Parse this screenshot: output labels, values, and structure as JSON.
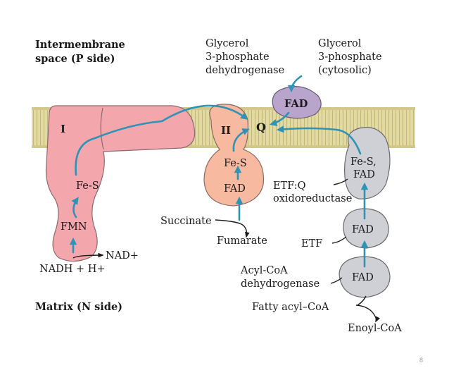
{
  "labels": {
    "intermembrane_1": "Intermembrane",
    "intermembrane_2": "space (P side)",
    "matrix": "Matrix (N side)",
    "g3pdh_1": "Glycerol",
    "g3pdh_2": "3-phosphate",
    "g3pdh_3": "dehydrogenase",
    "g3p_1": "Glycerol",
    "g3p_2": "3-phosphate",
    "g3p_3": "(cytosolic)",
    "fad_top": "FAD",
    "complex_1": "I",
    "complex_2": "II",
    "q": "Q",
    "fes_1": "Fe-S",
    "fmn": "FMN",
    "fes_2": "Fe-S",
    "fad_2": "FAD",
    "fes_etf_1": "Fe-S,",
    "fes_etf_2": "FAD",
    "etfq_1": "ETF:Q",
    "etfq_2": "oxidoreductase",
    "fad_etf": "FAD",
    "etf": "ETF",
    "fad_acyl": "FAD",
    "nad": "NAD+",
    "nadh": "NADH + H+",
    "succinate": "Succinate",
    "fumarate": "Fumarate",
    "acylcoa_1": "Acyl-CoA",
    "acylcoa_2": "dehydrogenase",
    "fatty_acyl": "Fatty acyl–CoA",
    "enoyl": "Enoyl-CoA",
    "page_number": "8"
  },
  "colors": {
    "complex1": "#f4a6ad",
    "complex2": "#f7b9a0",
    "gray_protein": "#cfcfd6",
    "fad_purple": "#b9a4cc",
    "membrane": "#d8cf95",
    "arrow": "#2f93b5",
    "outline": "#6a6a6a"
  }
}
